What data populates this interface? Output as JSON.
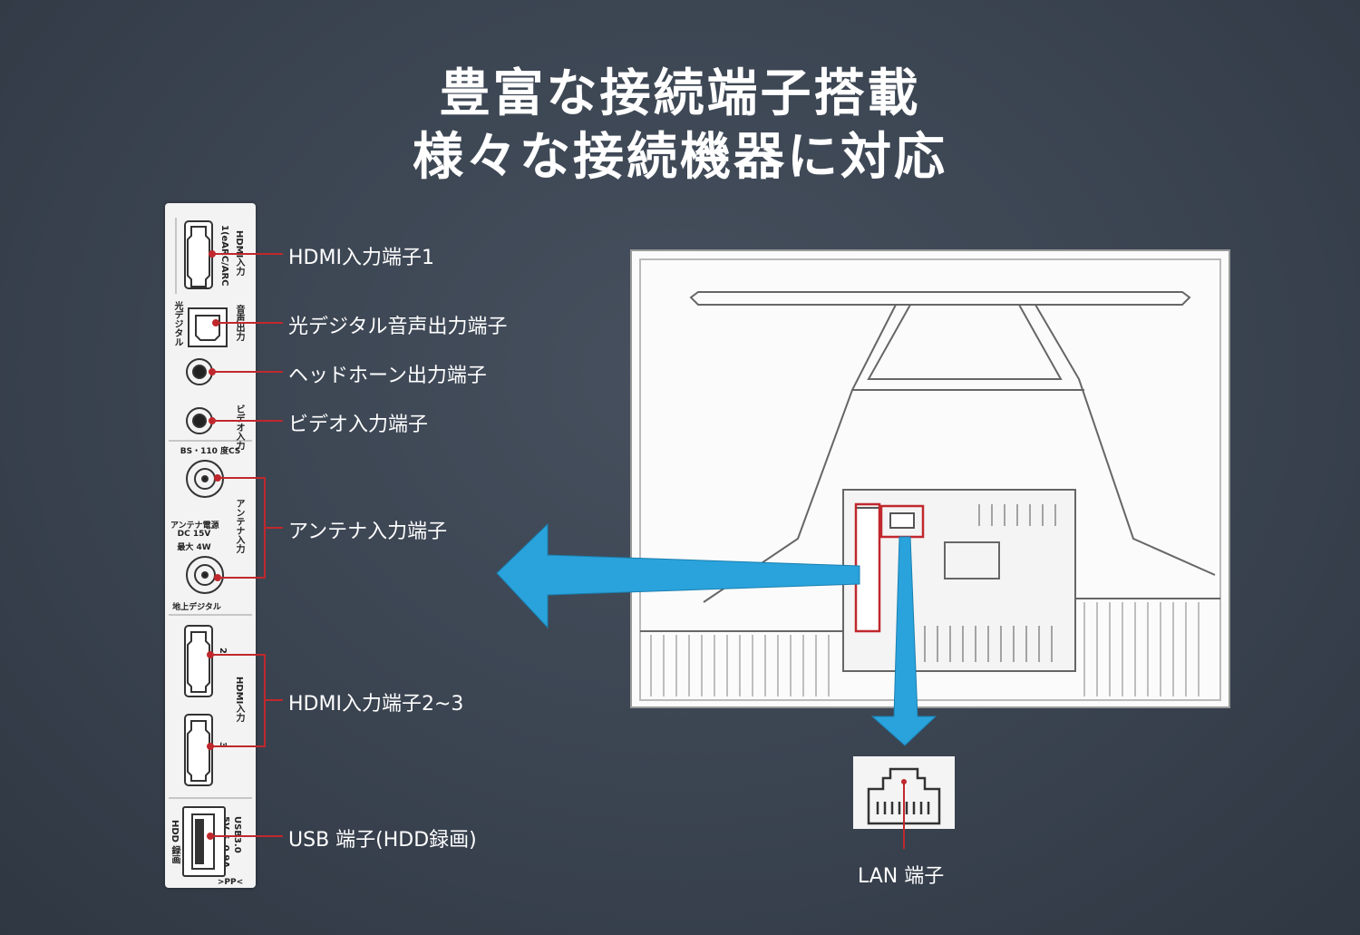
{
  "heading": {
    "line1": "豊富な接続端子搭載",
    "line2": "様々な接続機器に対応"
  },
  "terminals": [
    {
      "label": "HDMI入力端子1"
    },
    {
      "label": "光デジタル音声出力端子"
    },
    {
      "label": "ヘッドホーン出力端子"
    },
    {
      "label": "ビデオ入力端子"
    },
    {
      "label": "アンテナ入力端子"
    },
    {
      "label": "HDMI入力端子2~3"
    },
    {
      "label": "USB 端子(HDD録画)"
    }
  ],
  "lan": {
    "label": "LAN 端子"
  },
  "panel_text": {
    "hdmi1_a": "HDMI入力",
    "hdmi1_b": "1(eARC/ARC",
    "optical_a": "音声出力",
    "optical_b": "光デジタル",
    "video": "ビデオ入力",
    "bs": "BS・110 度CS",
    "ant_power1": "アンテナ電源",
    "ant_power2": "DC 15V",
    "ant_power3": "最大 4W",
    "ant_in": "アンテナ入力",
    "terrestrial": "地上デジタル",
    "hdmi23": "HDMI入力",
    "hdmi2_num": "2",
    "hdmi3_num": "3",
    "usb_a": "USB3.0",
    "usb_b": "5V ⎓ 0.9A",
    "usb_c": "HDD 録画",
    "pp": ">PP<"
  },
  "colors": {
    "background": "#3a4350",
    "callout": "#c0282d",
    "arrow": "#2aa3dc",
    "text": "#ffffff"
  }
}
